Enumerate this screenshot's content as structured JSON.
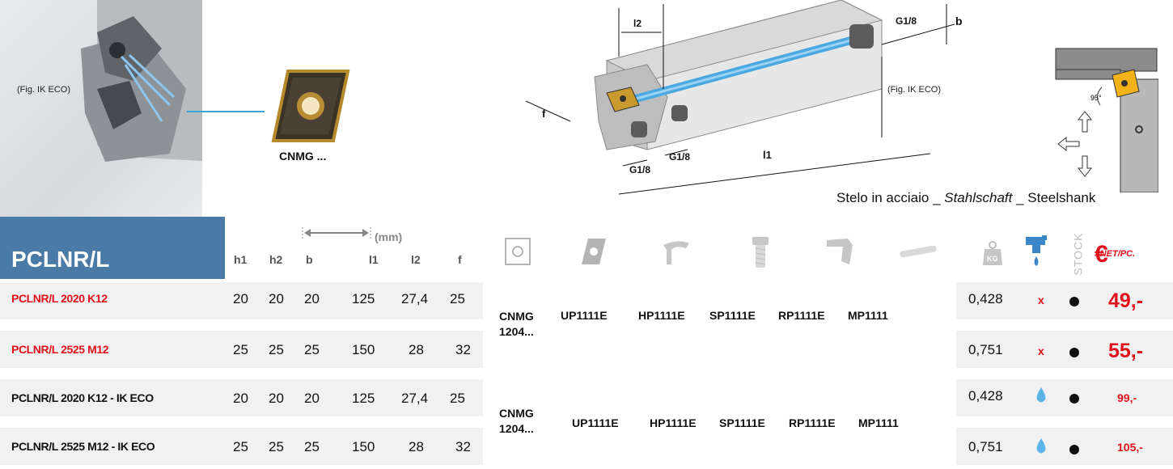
{
  "figures": {
    "photo_caption": "(Fig. IK ECO)",
    "holder_caption": "(Fig. IK ECO)",
    "insert_label": "CNMG ...",
    "dim_labels": {
      "l2": "l2",
      "l1": "l1",
      "b": "b",
      "f": "f",
      "g18_top": "G1/8",
      "g18_mid": "G1/8",
      "g18_bot": "G1/8",
      "angle": "95°"
    }
  },
  "shank_text": {
    "it": "Stelo in acciaio _ ",
    "de": "Stahlschaft",
    "en": " _ Steelshank"
  },
  "header": {
    "title": "PCLNR/L",
    "mm_label": "(mm)",
    "columns": [
      "h1",
      "h2",
      "b",
      "l1",
      "l2",
      "f"
    ],
    "price_label": "NET/PC.",
    "stock_label": "STOCK",
    "weight_label": "KG"
  },
  "rows": [
    {
      "code": "PCLNR/L 2020 K12",
      "h1": "20",
      "h2": "20",
      "b": "20",
      "l1": "125",
      "l2": "27,4",
      "f": "25",
      "weight": "0,428",
      "coolant": "x",
      "price": "49,-"
    },
    {
      "code": "PCLNR/L 2525 M12",
      "h1": "25",
      "h2": "25",
      "b": "25",
      "l1": "150",
      "l2": "28",
      "f": "32",
      "weight": "0,751",
      "coolant": "x",
      "price": "55,-"
    },
    {
      "code": "PCLNR/L 2020 K12 - IK ECO",
      "h1": "20",
      "h2": "20",
      "b": "20",
      "l1": "125",
      "l2": "27,4",
      "f": "25",
      "weight": "0,428",
      "coolant": "drop",
      "price": "99,-"
    },
    {
      "code": "PCLNR/L 2525 M12 - IK ECO",
      "h1": "25",
      "h2": "25",
      "b": "25",
      "l1": "150",
      "l2": "28",
      "f": "32",
      "weight": "0,751",
      "coolant": "drop",
      "price": "105,-"
    }
  ],
  "groups": [
    {
      "insert_line1": "CNMG",
      "insert_line2": "1204...",
      "codes": [
        "UP1111E",
        "HP1111E",
        "SP1111E",
        "RP1111E",
        "MP1111"
      ]
    },
    {
      "insert_line1": "CNMG",
      "insert_line2": "1204...",
      "codes": [
        "UP1111E",
        "HP1111E",
        "SP1111E",
        "RP1111E",
        "MP1111"
      ]
    }
  ],
  "colors": {
    "title_band": "#4a7aa6",
    "red": "#e1111b",
    "band": "#f1f1f1"
  }
}
